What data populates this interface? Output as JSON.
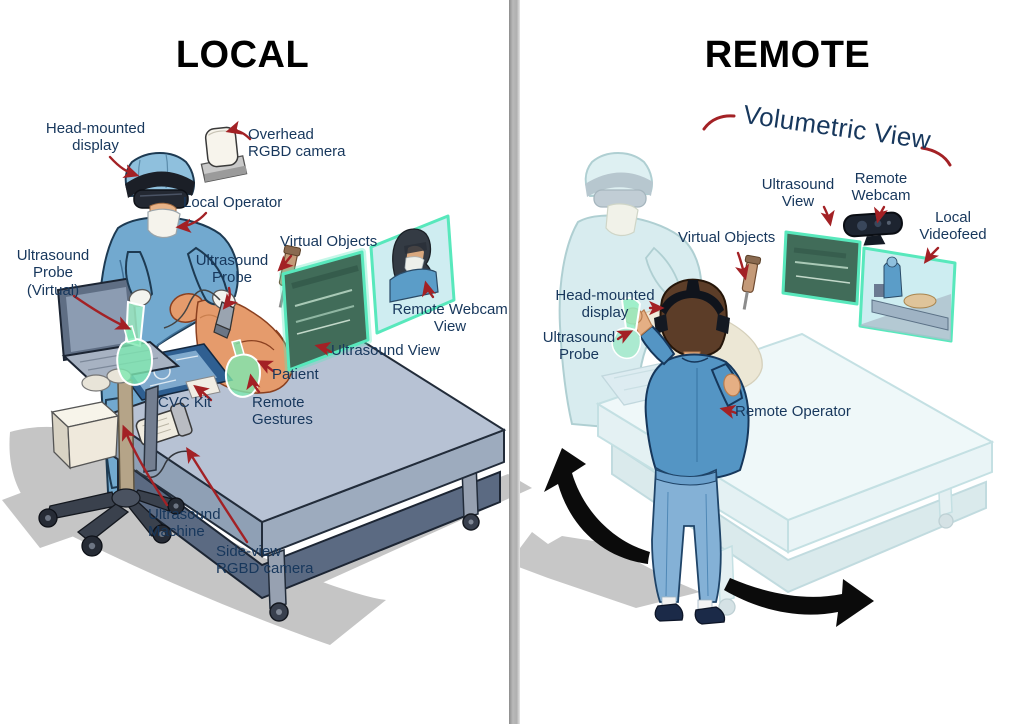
{
  "colors": {
    "label_text": "#17375c",
    "arrow_red": "#a32125",
    "title_text": "#000000",
    "screen_border_mint": "#58e8bc",
    "ultrasound_screen_green": "#416c59",
    "videofeed_cyan": "#cdedf1",
    "virtual_gesture_green": "#7ee8b2",
    "scrubs_blue": "#72a9cf",
    "divider_gray": "#b0b0b0"
  },
  "local": {
    "title": "LOCAL",
    "labels": {
      "head_mounted_display": "Head-mounted\ndisplay",
      "overhead_rgbd_camera": "Overhead\nRGBD camera",
      "local_operator": "Local Operator",
      "virtual_objects": "Virtual Objects",
      "ultrasound_probe_virtual": "Ultrasound\nProbe\n(Virtual)",
      "ultrasound_probe": "Ultrasound\nProbe",
      "remote_webcam_view": "Remote Webcam\nView",
      "ultrasound_view": "Ultrasound View",
      "patient": "Patient",
      "cvc_kit": "CVC Kit",
      "remote_gestures": "Remote\nGestures",
      "ultrasound_machine": "Ultrasound\nMachine",
      "side_view_rgbd_camera": "Side-view\nRGBD camera"
    }
  },
  "remote": {
    "title": "REMOTE",
    "volumetric_view": "Volumetric View",
    "labels": {
      "ultrasound_view": "Ultrasound\nView",
      "remote_webcam": "Remote\nWebcam",
      "local_videofeed": "Local\nVideofeed",
      "virtual_objects": "Virtual Objects",
      "head_mounted_display": "Head-mounted\ndisplay",
      "ultrasound_probe": "Ultrasound\nProbe",
      "remote_operator": "Remote Operator"
    }
  }
}
